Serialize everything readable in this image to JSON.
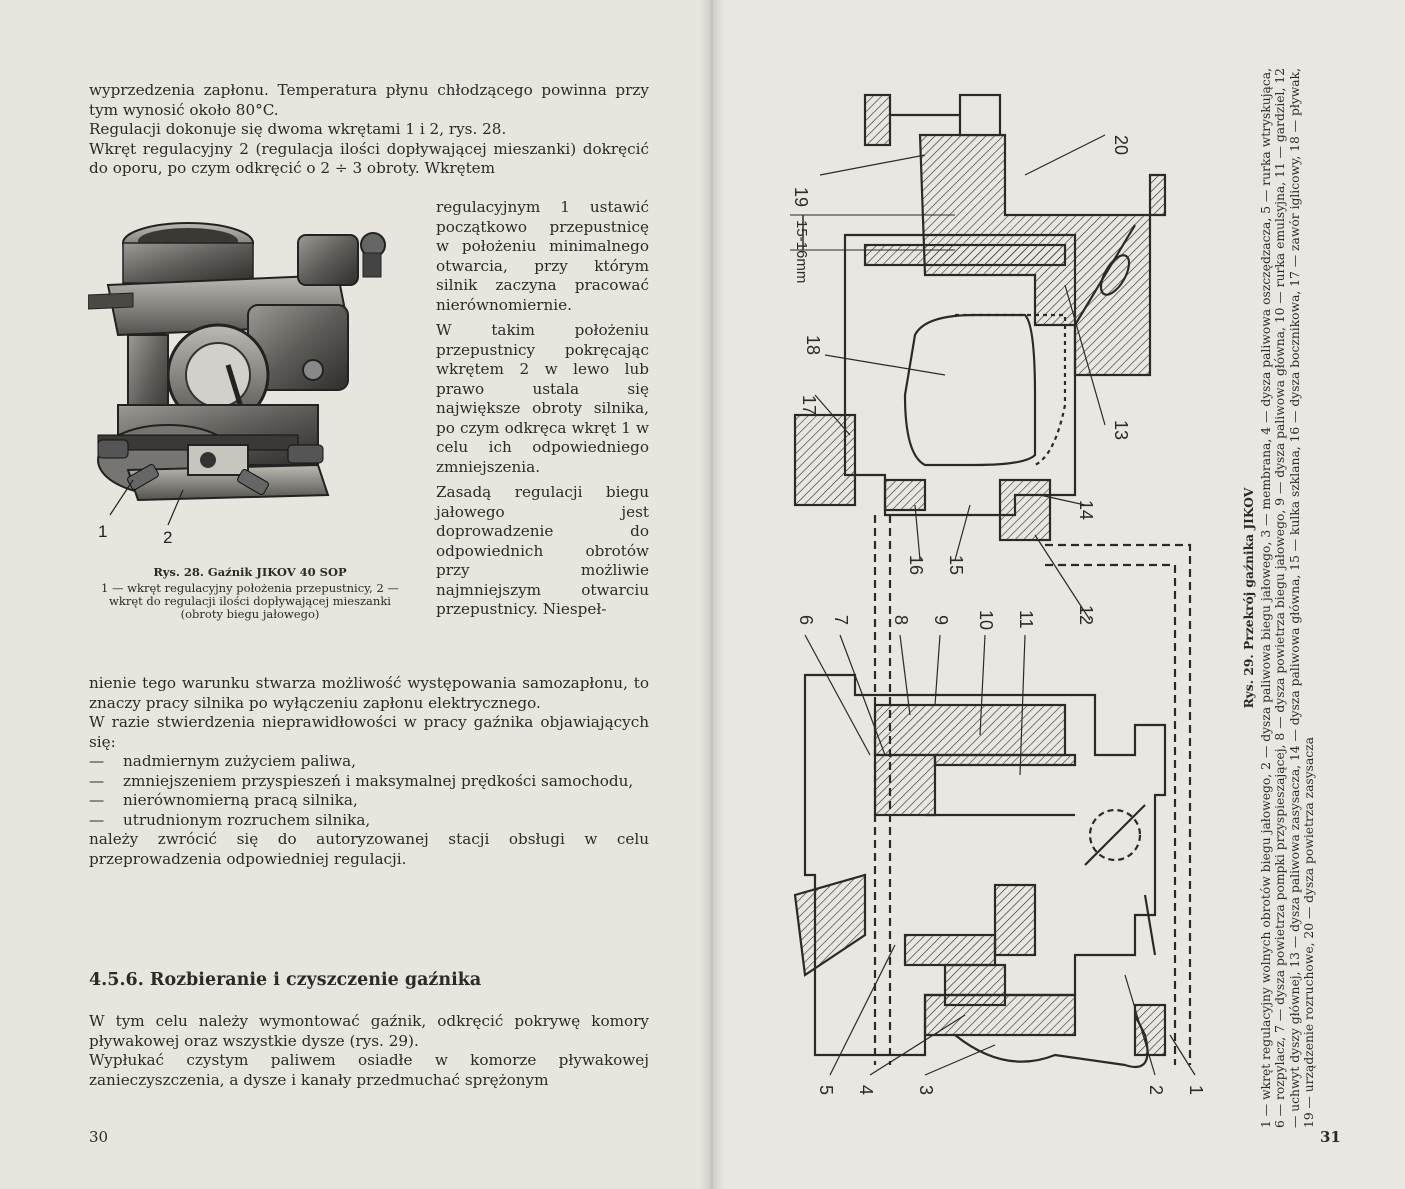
{
  "left_page": {
    "para1": "wyprzedzenia zapłonu. Temperatura płynu chłodzącego powinna przy tym wynosić około 80°C.",
    "para2": "Regulacji dokonuje się dwoma wkrętami 1 i 2, rys. 28.",
    "para3_start": "Wkręt regulacyjny 2 (regulacja ilości dopływającej mieszanki) dokręcić do oporu, po czym odkręcić o 2 ÷ 3 obroty. Wkrętem",
    "para3_narrow": "regulacyjnym 1 ustawić początkowo przepustnicę w położeniu minimalnego otwarcia, przy którym silnik zaczyna pracować nierównomiernie.",
    "para4": "W takim położeniu przepustnicy pokręcając wkrętem 2 w lewo lub prawo ustala się największe obroty silnika, po czym odkręca wkręt 1 w celu ich odpowiedniego zmniejszenia.",
    "para5_narrow": "Zasadą regulacji biegu jałowego jest doprowadzenie do odpowiednich obrotów przy możliwie najmniejszym otwarciu przepustnicy. Niespeł-",
    "para5_full": "nienie tego warunku stwarza możliwość występowania samozapłonu, to znaczy pracy silnika po wyłączeniu zapłonu elektrycznego.",
    "para6": "W razie stwierdzenia nieprawidłowości w pracy gaźnika objawiających się:",
    "list": [
      "nadmiernym zużyciem paliwa,",
      "zmniejszeniem przyspieszeń i maksymalnej prędkości samochodu,",
      "nierównomierną pracą silnika,",
      "utrudnionym rozruchem silnika,"
    ],
    "para7": "należy zwrócić się do autoryzowanej stacji obsługi w celu przeprowadzenia odpowiedniej regulacji.",
    "heading": "4.5.6. Rozbieranie i czyszczenie gaźnika",
    "para8": "W tym celu należy wymontować gaźnik, odkręcić pokrywę komory pływakowej oraz wszystkie dysze (rys. 29).",
    "para9": "Wypłukać czystym paliwem osiadłe w komorze pływakowej zanieczyszczenia, a dysze i kanały przedmuchać sprężonym",
    "photo_label_1": "1",
    "photo_label_2": "2",
    "caption_title": "Rys. 28. Gaźnik JIKOV 40 SOP",
    "caption_body": "1 — wkręt regulacyjny położenia przepustnicy, 2 — wkręt do regulacji ilości dopływającej mieszanki (obroty biegu jałowego)",
    "page_number": "30"
  },
  "right_page": {
    "diagram_labels": [
      "1",
      "2",
      "3",
      "4",
      "5",
      "6",
      "7",
      "8",
      "9",
      "10",
      "11",
      "12",
      "13",
      "14",
      "15",
      "16",
      "17",
      "18",
      "19",
      "20"
    ],
    "dimension_label": "15-16mm",
    "caption_title": "Rys. 29. Przekrój gaźnika JIKOV",
    "caption_body": "1 — wkręt regulacyjny wolnych obrotów biegu jałowego, 2 — dysza paliwowa biegu jałowego, 3 — membrana, 4 — dysza paliwowa oszczędzacza, 5 — rurka wtryskująca, 6 — rozpylacz, 7 — dysza powietrza pompki przyspieszającej, 8 — dysza powietrza biegu jałowego, 9 — dysza paliwowa główna, 10 — rurka emulsyjna, 11 — gardziel, 12 — uchwyt dyszy głównej, 13 — dysza paliwowa zasysacza, 14 — dysza paliwowa główna, 15 — kulka szklana, 16 — dysza bocznikowa, 17 — zawór iglicowy, 18 — pływak, 19 — urządzenie rozruchowe, 20 — dysza powietrza zasysacza",
    "page_number": "31"
  }
}
